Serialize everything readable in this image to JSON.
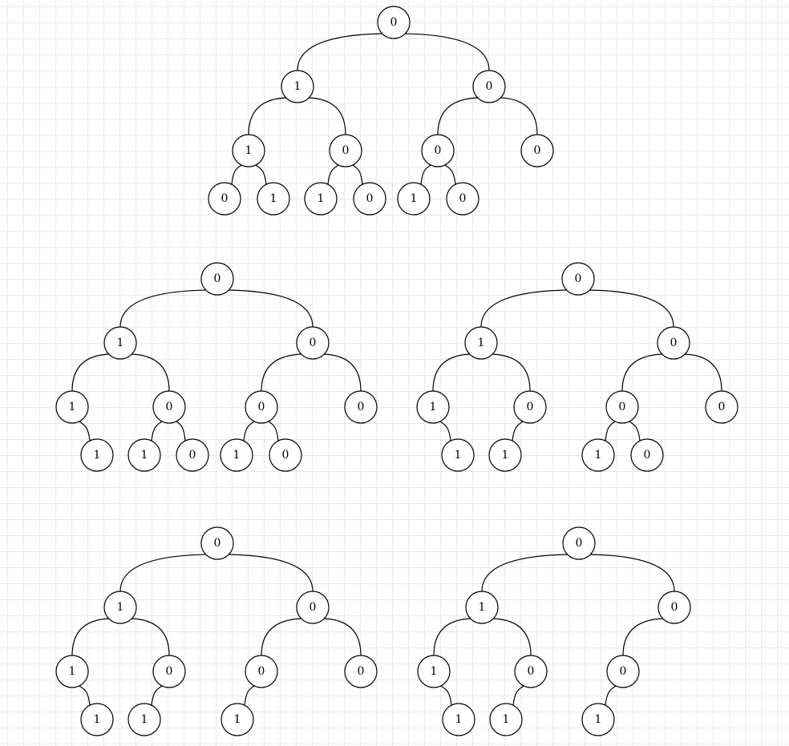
{
  "trees": [
    {
      "id": "tree-1",
      "nodes": [
        {
          "id": "n0",
          "value": "0"
        },
        {
          "id": "n1",
          "value": "1",
          "parent": "n0"
        },
        {
          "id": "n2",
          "value": "0",
          "parent": "n0"
        },
        {
          "id": "n3",
          "value": "1",
          "parent": "n1"
        },
        {
          "id": "n4",
          "value": "0",
          "parent": "n1"
        },
        {
          "id": "n5",
          "value": "0",
          "parent": "n2"
        },
        {
          "id": "n6",
          "value": "0",
          "parent": "n2"
        },
        {
          "id": "n7",
          "value": "0",
          "parent": "n3"
        },
        {
          "id": "n8",
          "value": "1",
          "parent": "n3"
        },
        {
          "id": "n9",
          "value": "1",
          "parent": "n4"
        },
        {
          "id": "n10",
          "value": "0",
          "parent": "n4"
        },
        {
          "id": "n11",
          "value": "1",
          "parent": "n5"
        },
        {
          "id": "n12",
          "value": "0",
          "parent": "n5"
        }
      ]
    },
    {
      "id": "tree-2",
      "nodes": [
        {
          "id": "n0",
          "value": "0"
        },
        {
          "id": "n1",
          "value": "1",
          "parent": "n0"
        },
        {
          "id": "n2",
          "value": "0",
          "parent": "n0"
        },
        {
          "id": "n3",
          "value": "1",
          "parent": "n1"
        },
        {
          "id": "n4",
          "value": "0",
          "parent": "n1"
        },
        {
          "id": "n5",
          "value": "0",
          "parent": "n2"
        },
        {
          "id": "n6",
          "value": "0",
          "parent": "n2"
        },
        {
          "id": "n7",
          "value": "1",
          "parent": "n3"
        },
        {
          "id": "n8",
          "value": "1",
          "parent": "n4"
        },
        {
          "id": "n9",
          "value": "0",
          "parent": "n4"
        },
        {
          "id": "n10",
          "value": "1",
          "parent": "n5"
        },
        {
          "id": "n11",
          "value": "0",
          "parent": "n5"
        }
      ]
    },
    {
      "id": "tree-3",
      "nodes": [
        {
          "id": "n0",
          "value": "0"
        },
        {
          "id": "n1",
          "value": "1",
          "parent": "n0"
        },
        {
          "id": "n2",
          "value": "0",
          "parent": "n0"
        },
        {
          "id": "n3",
          "value": "1",
          "parent": "n1"
        },
        {
          "id": "n4",
          "value": "0",
          "parent": "n1"
        },
        {
          "id": "n5",
          "value": "0",
          "parent": "n2"
        },
        {
          "id": "n6",
          "value": "0",
          "parent": "n2"
        },
        {
          "id": "n7",
          "value": "1",
          "parent": "n3"
        },
        {
          "id": "n8",
          "value": "1",
          "parent": "n4"
        },
        {
          "id": "n9",
          "value": "1",
          "parent": "n5"
        },
        {
          "id": "n10",
          "value": "0",
          "parent": "n5"
        }
      ]
    },
    {
      "id": "tree-4",
      "nodes": [
        {
          "id": "n0",
          "value": "0"
        },
        {
          "id": "n1",
          "value": "1",
          "parent": "n0"
        },
        {
          "id": "n2",
          "value": "0",
          "parent": "n0"
        },
        {
          "id": "n3",
          "value": "1",
          "parent": "n1"
        },
        {
          "id": "n4",
          "value": "0",
          "parent": "n1"
        },
        {
          "id": "n5",
          "value": "0",
          "parent": "n2"
        },
        {
          "id": "n6",
          "value": "0",
          "parent": "n2"
        },
        {
          "id": "n7",
          "value": "1",
          "parent": "n3"
        },
        {
          "id": "n8",
          "value": "1",
          "parent": "n4"
        },
        {
          "id": "n9",
          "value": "1",
          "parent": "n5"
        }
      ]
    },
    {
      "id": "tree-5",
      "nodes": [
        {
          "id": "n0",
          "value": "0"
        },
        {
          "id": "n1",
          "value": "1",
          "parent": "n0"
        },
        {
          "id": "n2",
          "value": "0",
          "parent": "n0"
        },
        {
          "id": "n3",
          "value": "1",
          "parent": "n1"
        },
        {
          "id": "n4",
          "value": "0",
          "parent": "n1"
        },
        {
          "id": "n5",
          "value": "0",
          "parent": "n2"
        },
        {
          "id": "n6",
          "value": "1",
          "parent": "n3"
        },
        {
          "id": "n7",
          "value": "1",
          "parent": "n4"
        },
        {
          "id": "n8",
          "value": "1",
          "parent": "n5"
        }
      ]
    }
  ]
}
